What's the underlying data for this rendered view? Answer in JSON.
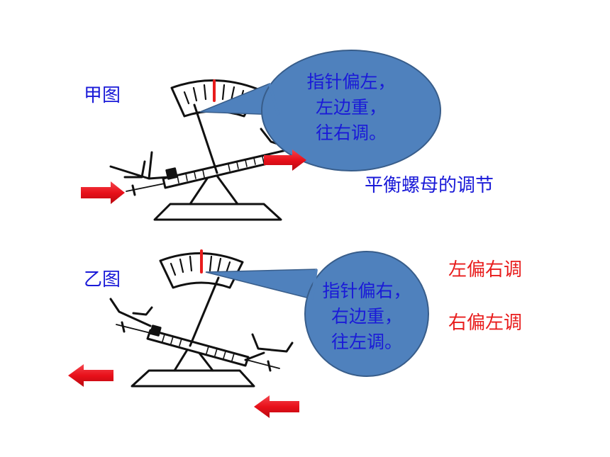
{
  "figure_a": {
    "label": "甲图",
    "bubble_lines": [
      "指针偏左，",
      "左边重，",
      "往右调。"
    ]
  },
  "figure_b": {
    "label": "乙图",
    "bubble_lines": [
      "指针偏右，",
      "右边重，",
      "往左调。"
    ]
  },
  "subtitle": "平衡螺母的调节",
  "rules": [
    "左偏右调",
    "右偏左调"
  ],
  "colors": {
    "text_blue": "#1a1ad8",
    "text_red": "#e81c1c",
    "bubble_fill": "#4f81bd",
    "arrow_red": "#e8101a",
    "needle_red": "#e81c1c"
  }
}
